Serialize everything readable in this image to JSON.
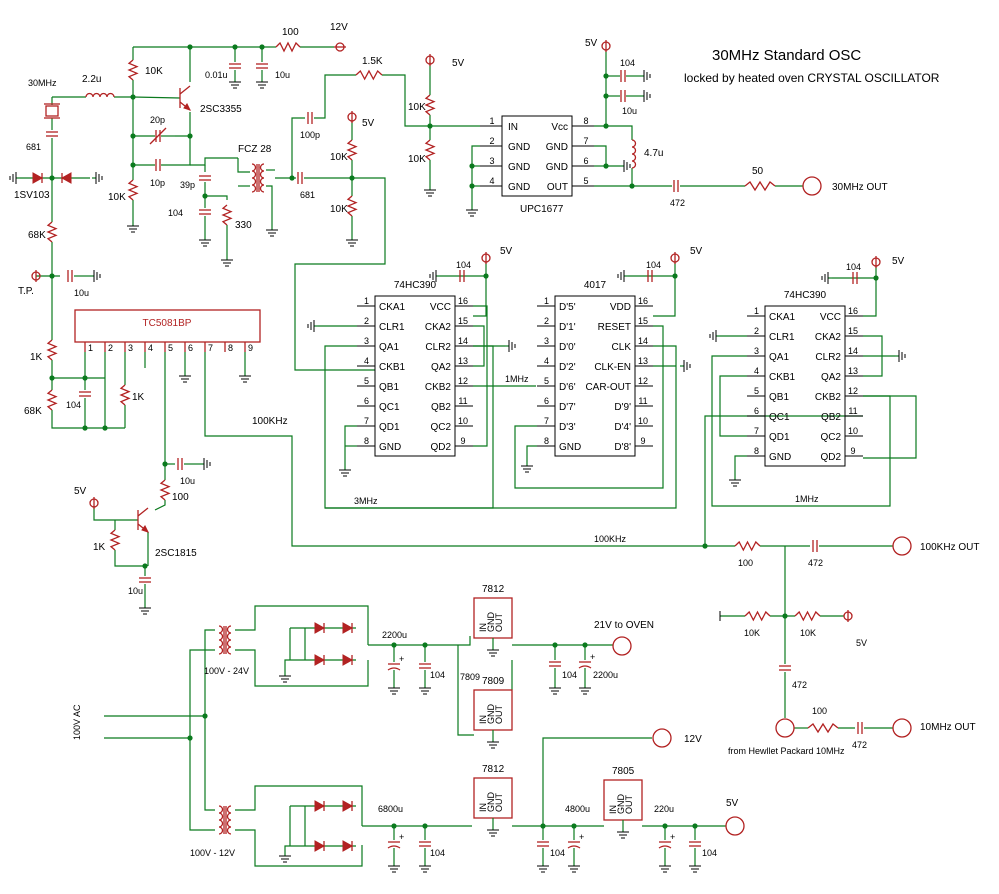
{
  "title": {
    "main": "30MHz Standard OSC",
    "sub": "locked by heated oven CRYSTAL OSCILLATOR"
  },
  "labels": [
    {
      "id": "lbl-12v-top",
      "text": "12V"
    },
    {
      "id": "lbl-100-top",
      "text": "100"
    },
    {
      "id": "lbl-10k-a",
      "text": "10K"
    },
    {
      "id": "lbl-001u",
      "text": "0.01u"
    },
    {
      "id": "lbl-10u-a",
      "text": "10u"
    },
    {
      "id": "lbl-30mhz",
      "text": "30MHz"
    },
    {
      "id": "lbl-2u2",
      "text": "2.2u"
    },
    {
      "id": "lbl-2sc3355",
      "text": "2SC3355"
    },
    {
      "id": "lbl-681-a",
      "text": "681"
    },
    {
      "id": "lbl-20p",
      "text": "20p"
    },
    {
      "id": "lbl-10p",
      "text": "10p"
    },
    {
      "id": "lbl-10k-b",
      "text": "10K"
    },
    {
      "id": "lbl-1sv103",
      "text": "1SV103"
    },
    {
      "id": "lbl-fcz28",
      "text": "FCZ 28"
    },
    {
      "id": "lbl-39p",
      "text": "39p"
    },
    {
      "id": "lbl-104-a",
      "text": "104"
    },
    {
      "id": "lbl-330",
      "text": "330"
    },
    {
      "id": "lbl-100p",
      "text": "100p"
    },
    {
      "id": "lbl-681-b",
      "text": "681"
    },
    {
      "id": "lbl-1k5",
      "text": "1.5K"
    },
    {
      "id": "lbl-5v-a",
      "text": "5V"
    },
    {
      "id": "lbl-10k-c",
      "text": "10K"
    },
    {
      "id": "lbl-10k-d",
      "text": "10K"
    },
    {
      "id": "lbl-5v-b",
      "text": "5V"
    },
    {
      "id": "lbl-10k-e",
      "text": "10K"
    },
    {
      "id": "lbl-10k-f",
      "text": "10K"
    },
    {
      "id": "lbl-5v-c",
      "text": "5V"
    },
    {
      "id": "lbl-104-b",
      "text": "104"
    },
    {
      "id": "lbl-10u-b",
      "text": "10u"
    },
    {
      "id": "lbl-4u7",
      "text": "4.7u"
    },
    {
      "id": "lbl-472-a",
      "text": "472"
    },
    {
      "id": "lbl-50",
      "text": "50"
    },
    {
      "id": "lbl-30mhz-out",
      "text": "30MHz OUT"
    },
    {
      "id": "lbl-upc1677",
      "text": "UPC1677"
    },
    {
      "id": "lbl-68k-a",
      "text": "68K"
    },
    {
      "id": "lbl-tp",
      "text": "T.P."
    },
    {
      "id": "lbl-10u-c",
      "text": "10u"
    },
    {
      "id": "lbl-1k-a",
      "text": "1K"
    },
    {
      "id": "lbl-68k-b",
      "text": "68K"
    },
    {
      "id": "lbl-104-c",
      "text": "104"
    },
    {
      "id": "lbl-1k-b",
      "text": "1K"
    },
    {
      "id": "lbl-100khz-a",
      "text": "100KHz"
    },
    {
      "id": "lbl-10u-d",
      "text": "10u"
    },
    {
      "id": "lbl-100-b",
      "text": "100"
    },
    {
      "id": "lbl-5v-d",
      "text": "5V"
    },
    {
      "id": "lbl-1k-c",
      "text": "1K"
    },
    {
      "id": "lbl-2sc1815",
      "text": "2SC1815"
    },
    {
      "id": "lbl-10u-e",
      "text": "10u"
    },
    {
      "id": "lbl-3mhz",
      "text": "3MHz"
    },
    {
      "id": "lbl-1mhz-a",
      "text": "1MHz"
    },
    {
      "id": "lbl-1mhz-b",
      "text": "1MHz"
    },
    {
      "id": "lbl-100khz-b",
      "text": "100KHz"
    },
    {
      "id": "lbl-100-c",
      "text": "100"
    },
    {
      "id": "lbl-472-b",
      "text": "472"
    },
    {
      "id": "lbl-100khz-out",
      "text": "100KHz OUT"
    },
    {
      "id": "lbl-10k-g",
      "text": "10K"
    },
    {
      "id": "lbl-10k-h",
      "text": "10K"
    },
    {
      "id": "lbl-5v-e",
      "text": "5V"
    },
    {
      "id": "lbl-472-c",
      "text": "472"
    },
    {
      "id": "lbl-100-d",
      "text": "100"
    },
    {
      "id": "lbl-472-d",
      "text": "472"
    },
    {
      "id": "lbl-10mhz-out",
      "text": "10MHz OUT"
    },
    {
      "id": "lbl-hp",
      "text": "from Hewllet Packard 10MHz"
    },
    {
      "id": "lbl-5v-f",
      "text": "5V"
    },
    {
      "id": "lbl-104-d",
      "text": "104"
    },
    {
      "id": "lbl-5v-g",
      "text": "5V"
    },
    {
      "id": "lbl-104-e",
      "text": "104"
    },
    {
      "id": "lbl-5v-h",
      "text": "5V"
    },
    {
      "id": "lbl-104-f",
      "text": "104"
    },
    {
      "id": "lbl-100vac",
      "text": "100V AC"
    },
    {
      "id": "lbl-100v24v",
      "text": "100V - 24V"
    },
    {
      "id": "lbl-100v12v",
      "text": "100V - 12V"
    },
    {
      "id": "lbl-2200u-a",
      "text": "2200u"
    },
    {
      "id": "lbl-104-g",
      "text": "104"
    },
    {
      "id": "lbl-7812-a",
      "text": "7812"
    },
    {
      "id": "lbl-7809",
      "text": "7809"
    },
    {
      "id": "lbl-21v",
      "text": "21V to OVEN"
    },
    {
      "id": "lbl-104-h",
      "text": "104"
    },
    {
      "id": "lbl-2200u-b",
      "text": "2200u"
    },
    {
      "id": "lbl-12v-b",
      "text": "12V"
    },
    {
      "id": "lbl-7812-b",
      "text": "7812"
    },
    {
      "id": "lbl-7805",
      "text": "7805"
    },
    {
      "id": "lbl-6800u",
      "text": "6800u"
    },
    {
      "id": "lbl-104-i",
      "text": "104"
    },
    {
      "id": "lbl-4800u",
      "text": "4800u"
    },
    {
      "id": "lbl-104-j",
      "text": "104"
    },
    {
      "id": "lbl-220u",
      "text": "220u"
    },
    {
      "id": "lbl-104-k",
      "text": "104"
    },
    {
      "id": "lbl-5v-out",
      "text": "5V"
    }
  ],
  "tc5081": {
    "name": "TC5081BP",
    "pins": [
      "1",
      "2",
      "3",
      "4",
      "5",
      "6",
      "7",
      "8",
      "9"
    ]
  },
  "upc": {
    "pins": [
      [
        "1",
        "IN"
      ],
      [
        "2",
        "GND"
      ],
      [
        "3",
        "GND"
      ],
      [
        "4",
        "GND"
      ],
      [
        "8",
        "Vcc"
      ],
      [
        "7",
        "GND"
      ],
      [
        "6",
        "GND"
      ],
      [
        "5",
        "OUT"
      ]
    ]
  },
  "chips": [
    {
      "id": "ic-74hc390-a",
      "name": "74HC390",
      "left": [
        [
          "1",
          "CKA1"
        ],
        [
          "2",
          "CLR1"
        ],
        [
          "3",
          "QA1"
        ],
        [
          "4",
          "CKB1"
        ],
        [
          "5",
          "QB1"
        ],
        [
          "6",
          "QC1"
        ],
        [
          "7",
          "QD1"
        ],
        [
          "8",
          "GND"
        ]
      ],
      "right": [
        [
          "16",
          "VCC"
        ],
        [
          "15",
          "CKA2"
        ],
        [
          "14",
          "CLR2"
        ],
        [
          "13",
          "QA2"
        ],
        [
          "12",
          "CKB2"
        ],
        [
          "11",
          "QB2"
        ],
        [
          "10",
          "QC2"
        ],
        [
          "9",
          "QD2"
        ]
      ]
    },
    {
      "id": "ic-4017",
      "name": "4017",
      "left": [
        [
          "1",
          "D'5'"
        ],
        [
          "2",
          "D'1'"
        ],
        [
          "3",
          "D'0'"
        ],
        [
          "4",
          "D'2'"
        ],
        [
          "5",
          "D'6'"
        ],
        [
          "6",
          "D'7'"
        ],
        [
          "7",
          "D'3'"
        ],
        [
          "8",
          "GND"
        ]
      ],
      "right": [
        [
          "16",
          "VDD"
        ],
        [
          "15",
          "RESET"
        ],
        [
          "14",
          "CLK"
        ],
        [
          "13",
          "CLK-EN"
        ],
        [
          "12",
          "CAR-OUT"
        ],
        [
          "11",
          "D'9'"
        ],
        [
          "10",
          "D'4'"
        ],
        [
          "9",
          "D'8'"
        ]
      ]
    },
    {
      "id": "ic-74hc390-b",
      "name": "74HC390",
      "left": [
        [
          "1",
          "CKA1"
        ],
        [
          "2",
          "CLR1"
        ],
        [
          "3",
          "QA1"
        ],
        [
          "4",
          "CKB1"
        ],
        [
          "5",
          "QB1"
        ],
        [
          "6",
          "QC1"
        ],
        [
          "7",
          "QD1"
        ],
        [
          "8",
          "GND"
        ]
      ],
      "right": [
        [
          "16",
          "VCC"
        ],
        [
          "15",
          "CKA2"
        ],
        [
          "14",
          "CLR2"
        ],
        [
          "13",
          "QA2"
        ],
        [
          "12",
          "CKB2"
        ],
        [
          "11",
          "QB2"
        ],
        [
          "10",
          "QC2"
        ],
        [
          "9",
          "QD2"
        ]
      ]
    }
  ],
  "regulator_pins": [
    "IN",
    "GND",
    "OUT"
  ],
  "colors": {
    "wire": "#0b7a1e",
    "component": "#b22222",
    "text": "#000000",
    "background": "#ffffff"
  }
}
